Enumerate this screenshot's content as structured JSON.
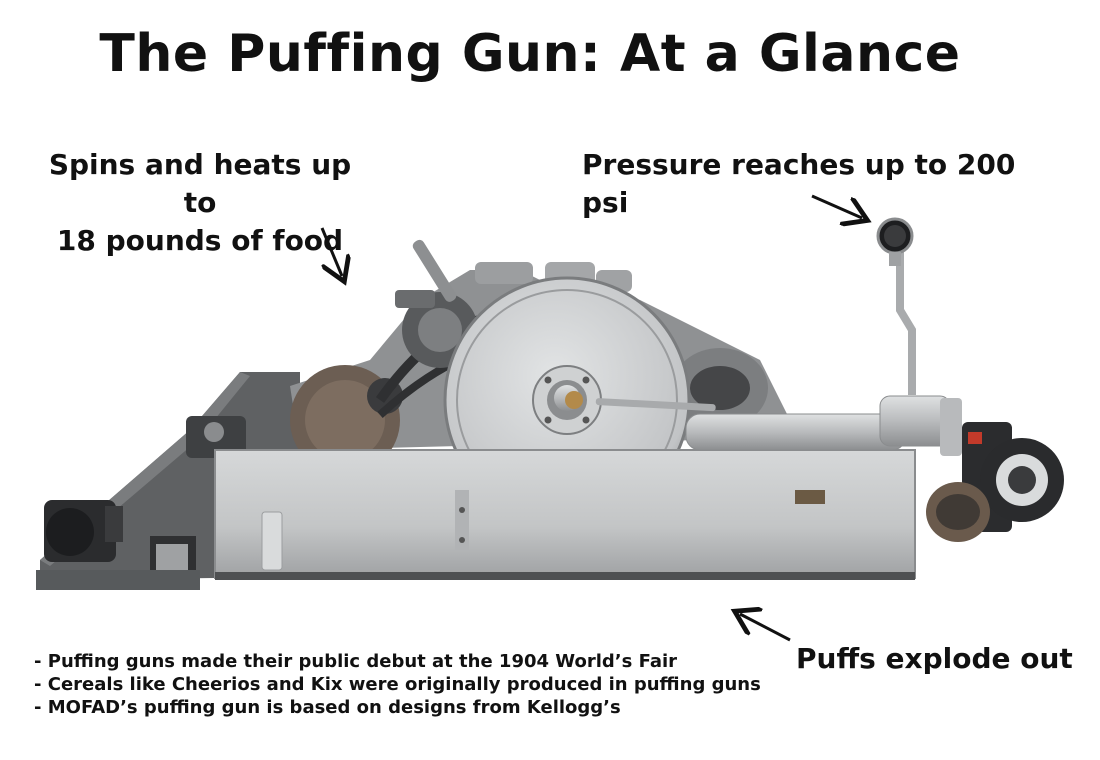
{
  "title": "The Puffing Gun: At a Glance",
  "callouts": {
    "spins_line1": "Spins and heats up to",
    "spins_line2": "18 pounds of food",
    "pressure": "Pressure reaches up to 200 psi",
    "puffs": "Puffs explode out"
  },
  "facts": [
    "Puffing guns made their public debut at the 1904 World’s Fair",
    "Cereals like Cheerios and Kix were originally produced in puffing guns",
    "MOFAD’s puffing gun is based on designs from Kellogg’s"
  ],
  "colors": {
    "metal_light": "#c8cacb",
    "metal_mid": "#a9abad",
    "metal_dark": "#6e7072",
    "motor_dark": "#2b2c2e",
    "brass": "#b38a4a",
    "text": "#111111"
  }
}
